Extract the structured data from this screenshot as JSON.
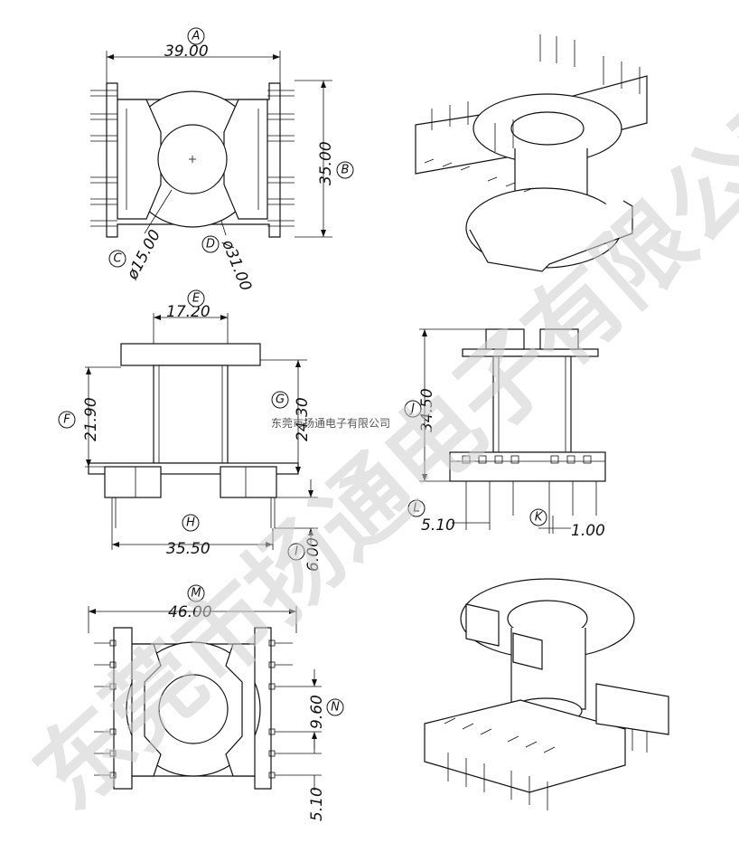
{
  "watermark": {
    "large_text": "东莞市扬通电子有限公司",
    "small_text": "东莞市扬通电子有限公司"
  },
  "callouts": [
    "A",
    "B",
    "C",
    "D",
    "E",
    "F",
    "G",
    "H",
    "I",
    "J",
    "K",
    "L",
    "M",
    "N"
  ],
  "dimensions": {
    "A": "39.00",
    "B": "35.00",
    "C": "ø15.00",
    "D": "ø31.00",
    "E": "17.20",
    "F": "21.90",
    "G": "24.30",
    "H": "35.50",
    "I": "6.00",
    "J": "34.50",
    "K": "1.00",
    "L": "5.10",
    "M": "46.00",
    "N": "9.60",
    "N2": "5.10"
  }
}
